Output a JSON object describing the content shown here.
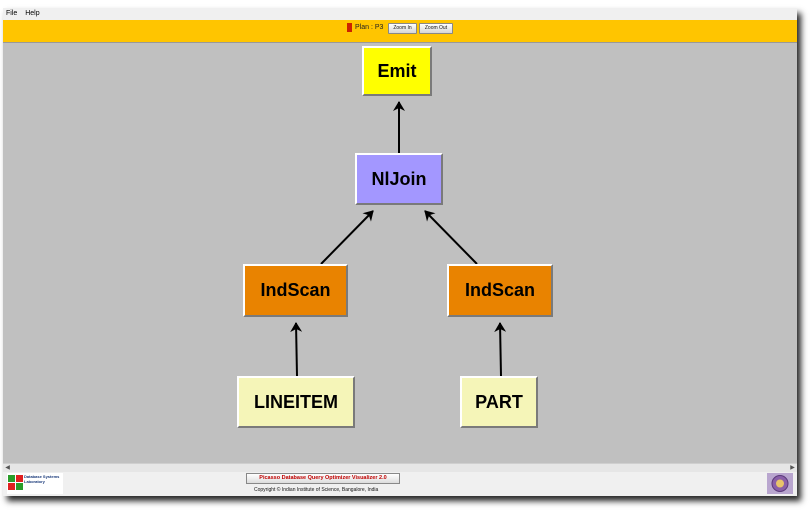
{
  "menu": {
    "items": [
      "File",
      "Help"
    ]
  },
  "toolbar": {
    "plan_label": "Plan : P3",
    "plan_color": "#cc2200",
    "zoom_in_label": "Zoom In",
    "zoom_out_label": "Zoom Out",
    "background": "#ffc500"
  },
  "plan_tree": {
    "nodes": [
      {
        "id": "emit",
        "label": "Emit",
        "color": "#ffff00"
      },
      {
        "id": "nljoin",
        "label": "NlJoin",
        "color": "#a397ff"
      },
      {
        "id": "indscan_left",
        "label": "IndScan",
        "color": "#e98300"
      },
      {
        "id": "indscan_right",
        "label": "IndScan",
        "color": "#e98300"
      },
      {
        "id": "lineitem",
        "label": "LINEITEM",
        "color": "#f5f5b8"
      },
      {
        "id": "part",
        "label": "PART",
        "color": "#f5f5b8"
      }
    ],
    "edges": [
      {
        "from": "nljoin",
        "to": "emit"
      },
      {
        "from": "indscan_left",
        "to": "nljoin"
      },
      {
        "from": "indscan_right",
        "to": "nljoin"
      },
      {
        "from": "lineitem",
        "to": "indscan_left"
      },
      {
        "from": "part",
        "to": "indscan_right"
      }
    ]
  },
  "footer": {
    "logo_text": "Database Systems Laboratory",
    "app_title": "Picasso Database Query Optimizer Visualizer 2.0",
    "copyright": "Copyright © Indian Institute of Science, Bangalore, India"
  },
  "colors": {
    "canvas": "#c0c0c0",
    "title_text": "#c00000"
  }
}
